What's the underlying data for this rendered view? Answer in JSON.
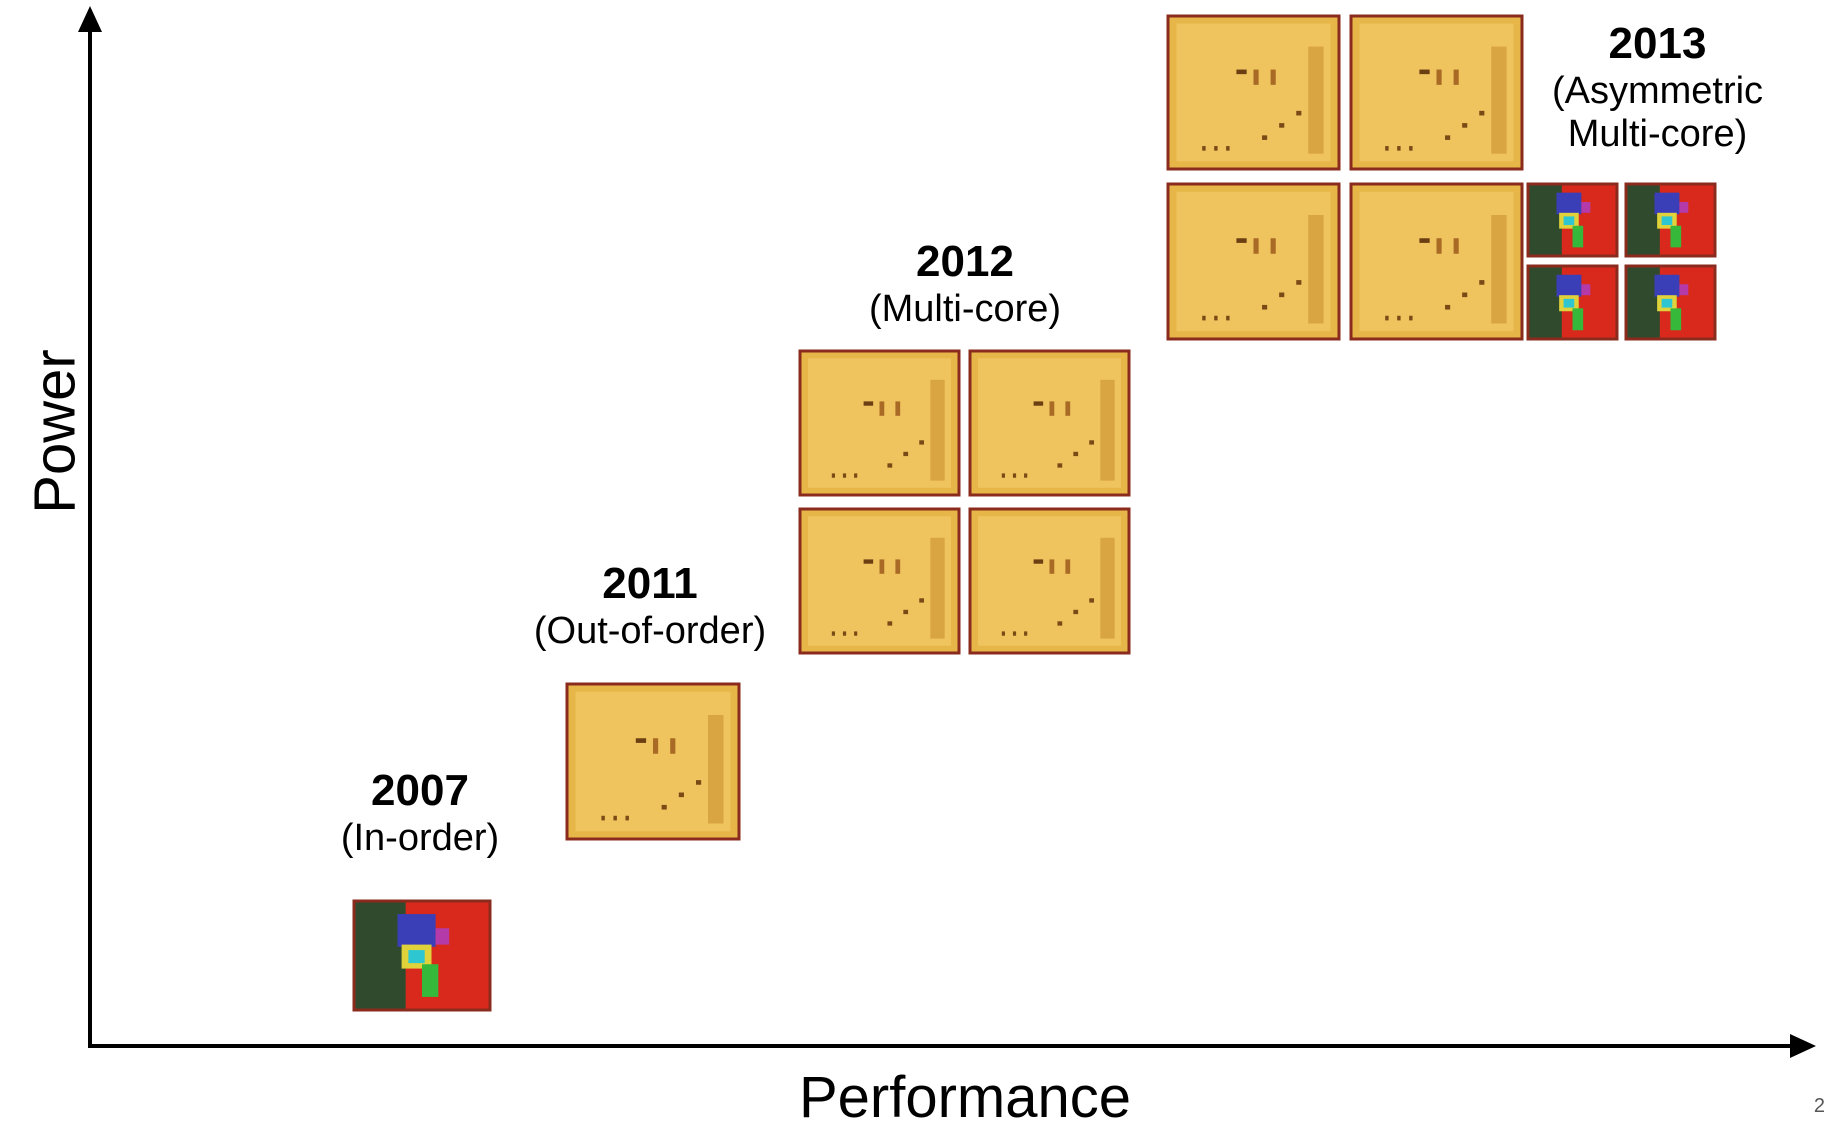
{
  "axes": {
    "x_label": "Performance",
    "y_label": "Power"
  },
  "page_number": "2",
  "generations": [
    {
      "year": "2007",
      "desc": "(In-order)"
    },
    {
      "year": "2011",
      "desc": "(Out-of-order)"
    },
    {
      "year": "2012",
      "desc": "(Multi-core)"
    },
    {
      "year": "2013",
      "desc": "(Asymmetric Multi-core)"
    }
  ],
  "chips": {
    "big_core_color": "#e9b64a",
    "little_core_color": "#d9281c",
    "frame_color": "#8a2b1e"
  }
}
